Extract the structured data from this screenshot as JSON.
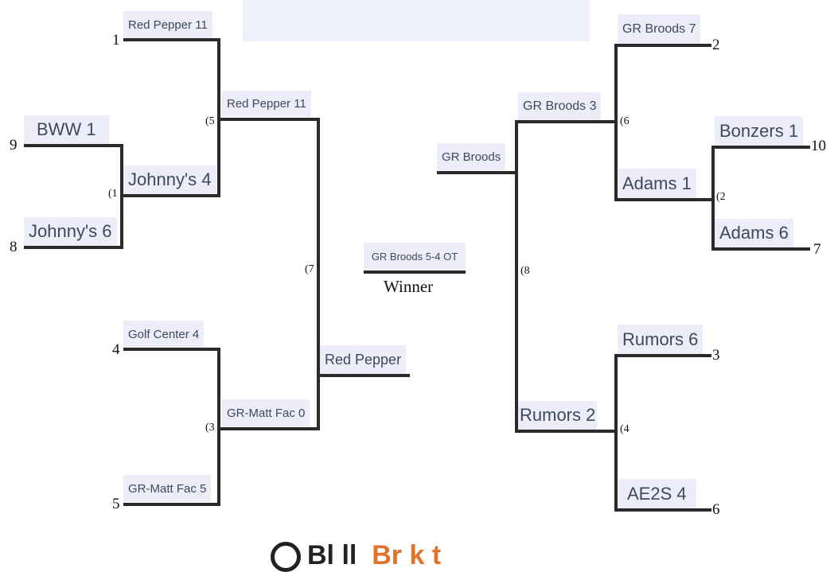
{
  "left": {
    "r1": [
      {
        "seed": "1",
        "team": "Red Pepper 11"
      },
      {
        "seed": "9",
        "team": "BWW 1"
      },
      {
        "seed": "8",
        "team": "Johnny's 6"
      },
      {
        "seed": "4",
        "team": "Golf Center 4"
      },
      {
        "seed": "5",
        "team": "GR-Matt Fac 5"
      }
    ],
    "r1_winner_g1": "Johnny's 4",
    "g1": "(1",
    "r2_top": "Red Pepper 11",
    "g5": "(5",
    "r2_bottom": "GR-Matt Fac 0",
    "g3": "(3",
    "g7": "(7",
    "semi_winner": "Red Pepper"
  },
  "right": {
    "r1": [
      {
        "seed": "2",
        "team": "GR Broods 7"
      },
      {
        "seed": "10",
        "team": "Bonzers 1"
      },
      {
        "seed": "7",
        "team": "Adams 6"
      },
      {
        "seed": "3",
        "team": "Rumors 6"
      },
      {
        "seed": "6",
        "team": "AE2S 4"
      }
    ],
    "r1_winner_g2": "Adams 1",
    "g2": "(2",
    "r2_top": "GR Broods 3",
    "g6": "(6",
    "r2_bottom": "Rumors 2",
    "g4": "(4",
    "g8": "(8",
    "semi_winner": "GR Broods"
  },
  "final": {
    "result": "GR Broods 5-4 OT",
    "label": "Winner"
  },
  "logo": {
    "part1": "Bl  ll",
    "part2": "Br  k t"
  }
}
